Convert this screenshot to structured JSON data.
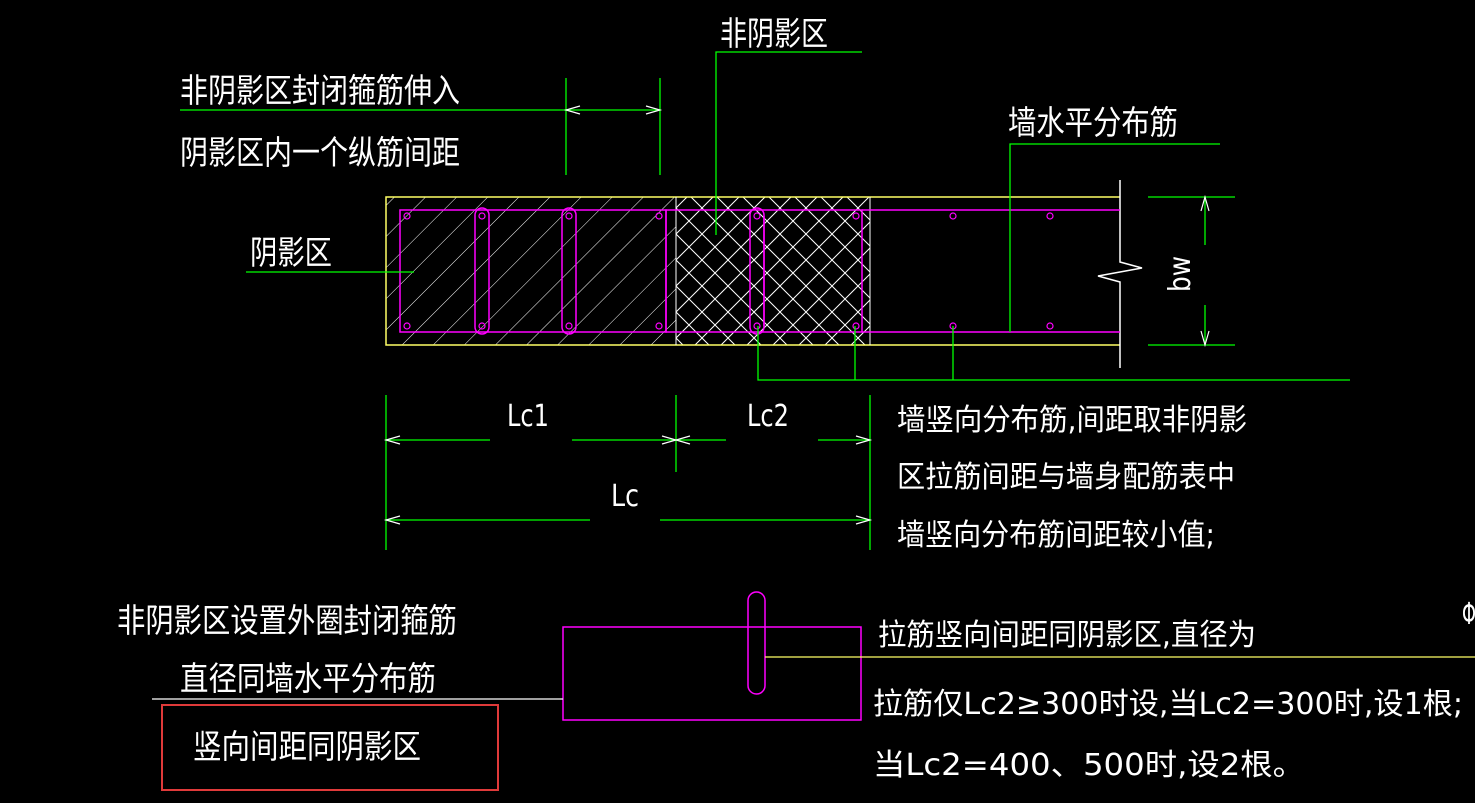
{
  "drawing": {
    "colors": {
      "background": "#000000",
      "text": "#ffffff",
      "leader": "#00ff00",
      "rebar": "#ff00ff",
      "outline": "#ffff66",
      "highlight_box": "#e03a3a"
    },
    "labels": {
      "non_shadow_zone_top": "非阴影区",
      "hoop_extend_line1": "非阴影区封闭箍筋伸入",
      "hoop_extend_line2": "阴影区内一个纵筋间距",
      "wall_horizontal_bar": "墙水平分布筋",
      "shadow_zone": "阴影区",
      "bw": "bw",
      "lc1": "Lc1",
      "lc2": "Lc2",
      "lc": "Lc",
      "vertical_bar_line1": "墙竖向分布筋,间距取非阴影",
      "vertical_bar_line2": "区拉筋间距与墙身配筋表中",
      "vertical_bar_line3": "墙竖向分布筋间距较小值;",
      "outer_hoop_line1": "非阴影区设置外圈封闭箍筋",
      "outer_hoop_line2": "直径同墙水平分布筋",
      "vertical_spacing": "竖向间距同阴影区",
      "tie_line1": "拉筋竖向间距同阴影区,直径为",
      "tie_line2": "拉筋仅Lc2≥300时设,当Lc2=300时,设1根;",
      "tie_line3": "当Lc2=400、500时,设2根。",
      "edge_glyph": "Φ"
    }
  }
}
